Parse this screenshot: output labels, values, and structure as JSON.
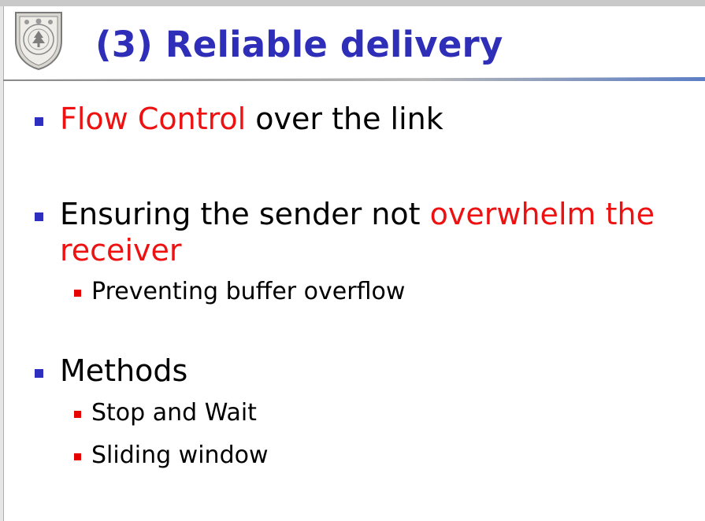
{
  "slide": {
    "title": "(3) Reliable delivery",
    "bullets": {
      "flow": {
        "emphasis": "Flow Control",
        "rest": " over the link"
      },
      "ensure": {
        "lead": "Ensuring the sender not ",
        "emphasis_line1": "overwhelm the",
        "emphasis_line2": "receiver",
        "sub": [
          "Preventing buffer overflow"
        ]
      },
      "methods": {
        "text": "Methods",
        "sub": [
          "Stop and Wait",
          "Sliding window"
        ]
      }
    }
  },
  "colors": {
    "title": "#2e2eb8",
    "emphasis": "#ee1111",
    "bullet_l1": "#2f2fbf",
    "bullet_l2": "#e60000"
  },
  "icons": {
    "logo": "university-seal-icon"
  }
}
